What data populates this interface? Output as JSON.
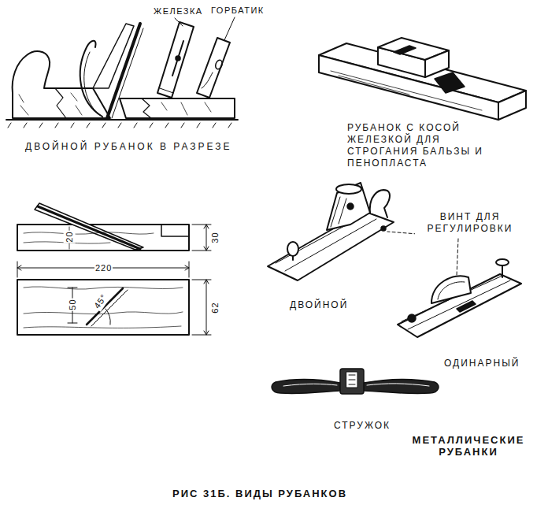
{
  "diagram": {
    "caption": "РИС 31Б. ВИДЫ РУБАНКОВ",
    "labels": [
      "ЖЕЛЕЗКА",
      "ГОРБАТИК",
      "ДВОЙНОЙ РУБАНОК В РАЗРЕЗЕ",
      "РУБАНОК С КОСОЙ ЖЕЛЕЗКОЙ ДЛЯ СТРОГАНИЯ БАЛЬЗЫ И ПЕНОПЛАСТА",
      "20",
      "30",
      "220",
      "50",
      "45°",
      "62",
      "ВИНТ ДЛЯ РЕГУЛИРОВКИ",
      "ДВОЙНОЙ",
      "ОДИНАРНЫЙ",
      "СТРУЖОК",
      "МЕТАЛЛИЧЕСКИЕ РУБАНКИ"
    ]
  }
}
